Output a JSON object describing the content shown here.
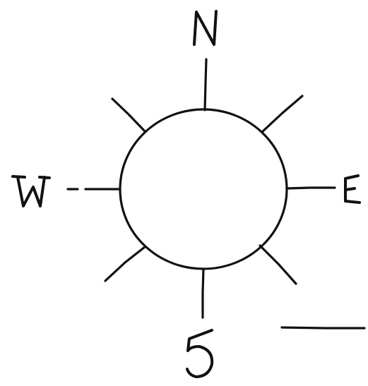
{
  "compass": {
    "north_label": "N",
    "south_label": "S",
    "east_label": "E",
    "west_label": "W",
    "ink_color": "#111111",
    "background_color": "#ffffff"
  }
}
